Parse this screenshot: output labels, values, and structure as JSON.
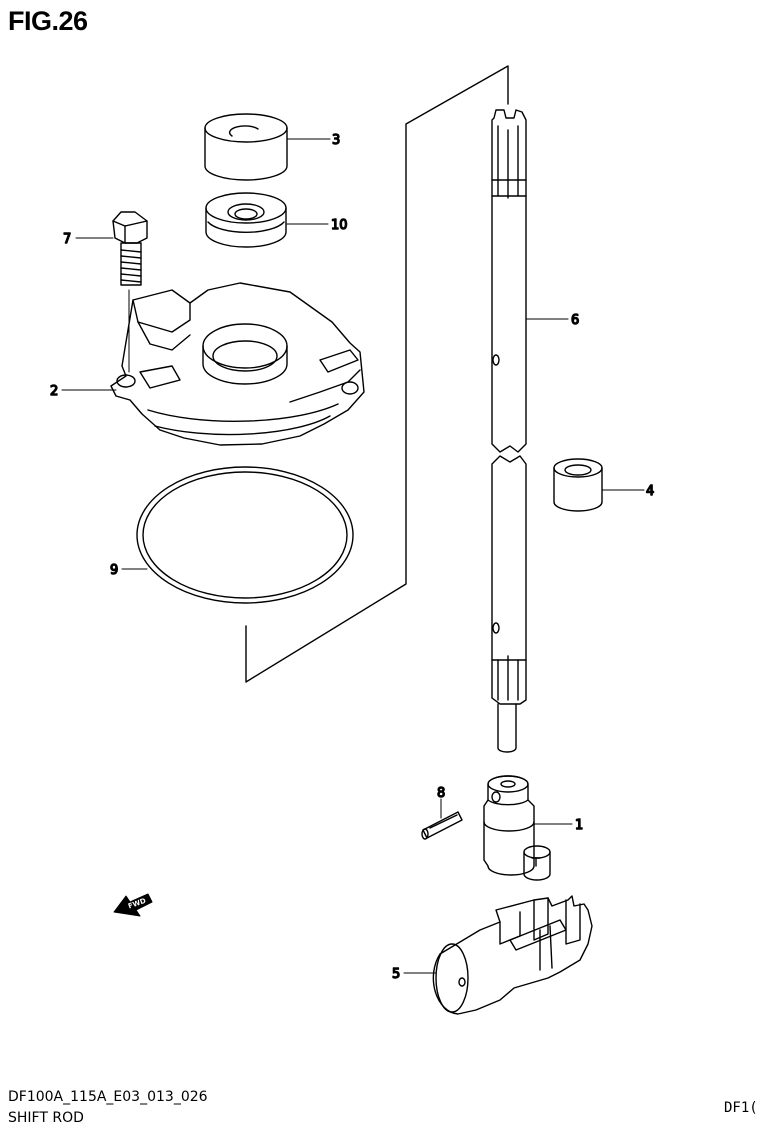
{
  "figure": {
    "title": "FIG.26"
  },
  "callouts": {
    "part_1": "1",
    "part_2": "2",
    "part_3": "3",
    "part_4": "4",
    "part_5": "5",
    "part_6": "6",
    "part_7": "7",
    "part_8": "8",
    "part_9": "9",
    "part_10": "10"
  },
  "fwd_arrow": {
    "label": "FWD"
  },
  "footer": {
    "model_code": "DF100A_115A_E03_013_026",
    "section_name": "SHIFT ROD",
    "right_code": "DF1("
  }
}
